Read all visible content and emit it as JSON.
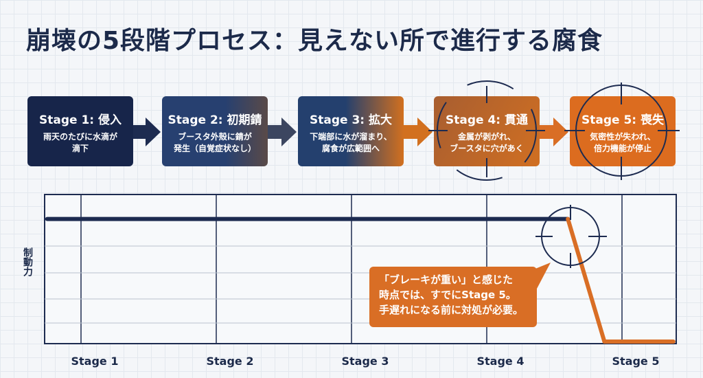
{
  "title": "崩壊の5段階プロセス：見えない所で進行する腐食",
  "stages": [
    {
      "heading": "Stage 1: 侵入",
      "desc1": "雨天のたびに水滴が",
      "desc2": "滴下"
    },
    {
      "heading": "Stage 2: 初期錆",
      "desc1": "ブースタ外殻に錆が",
      "desc2": "発生（自覚症状なし）"
    },
    {
      "heading": "Stage 3: 拡大",
      "desc1": "下端部に水が溜まり、",
      "desc2": "腐食が広範囲へ"
    },
    {
      "heading": "Stage 4: 貫通",
      "desc1": "金属が剥がれ、",
      "desc2": "ブースタに穴があく"
    },
    {
      "heading": "Stage 5: 喪失",
      "desc1": "気密性が失われ、",
      "desc2": "倍力機能が停止"
    }
  ],
  "callout": {
    "line1": "「ブレーキが重い」と感じた",
    "line2": "時点では、すでにStage 5。",
    "line3": "手遅れになる前に対処が必要。"
  },
  "colors": {
    "navy": "#1d2b50",
    "orange": "#d96e25"
  },
  "chart_data": {
    "type": "line",
    "ylabel": "制動力",
    "xlabel": "",
    "categories": [
      "Stage 1",
      "Stage 2",
      "Stage 3",
      "Stage 4",
      "Stage 5"
    ],
    "xlim": [
      0.75,
      5.4
    ],
    "ylim": [
      0,
      120
    ],
    "series": [
      {
        "name": "制動力",
        "x": [
          0.75,
          4.6,
          4.87,
          5.38
        ],
        "y": [
          100,
          100,
          0,
          0
        ]
      }
    ]
  }
}
